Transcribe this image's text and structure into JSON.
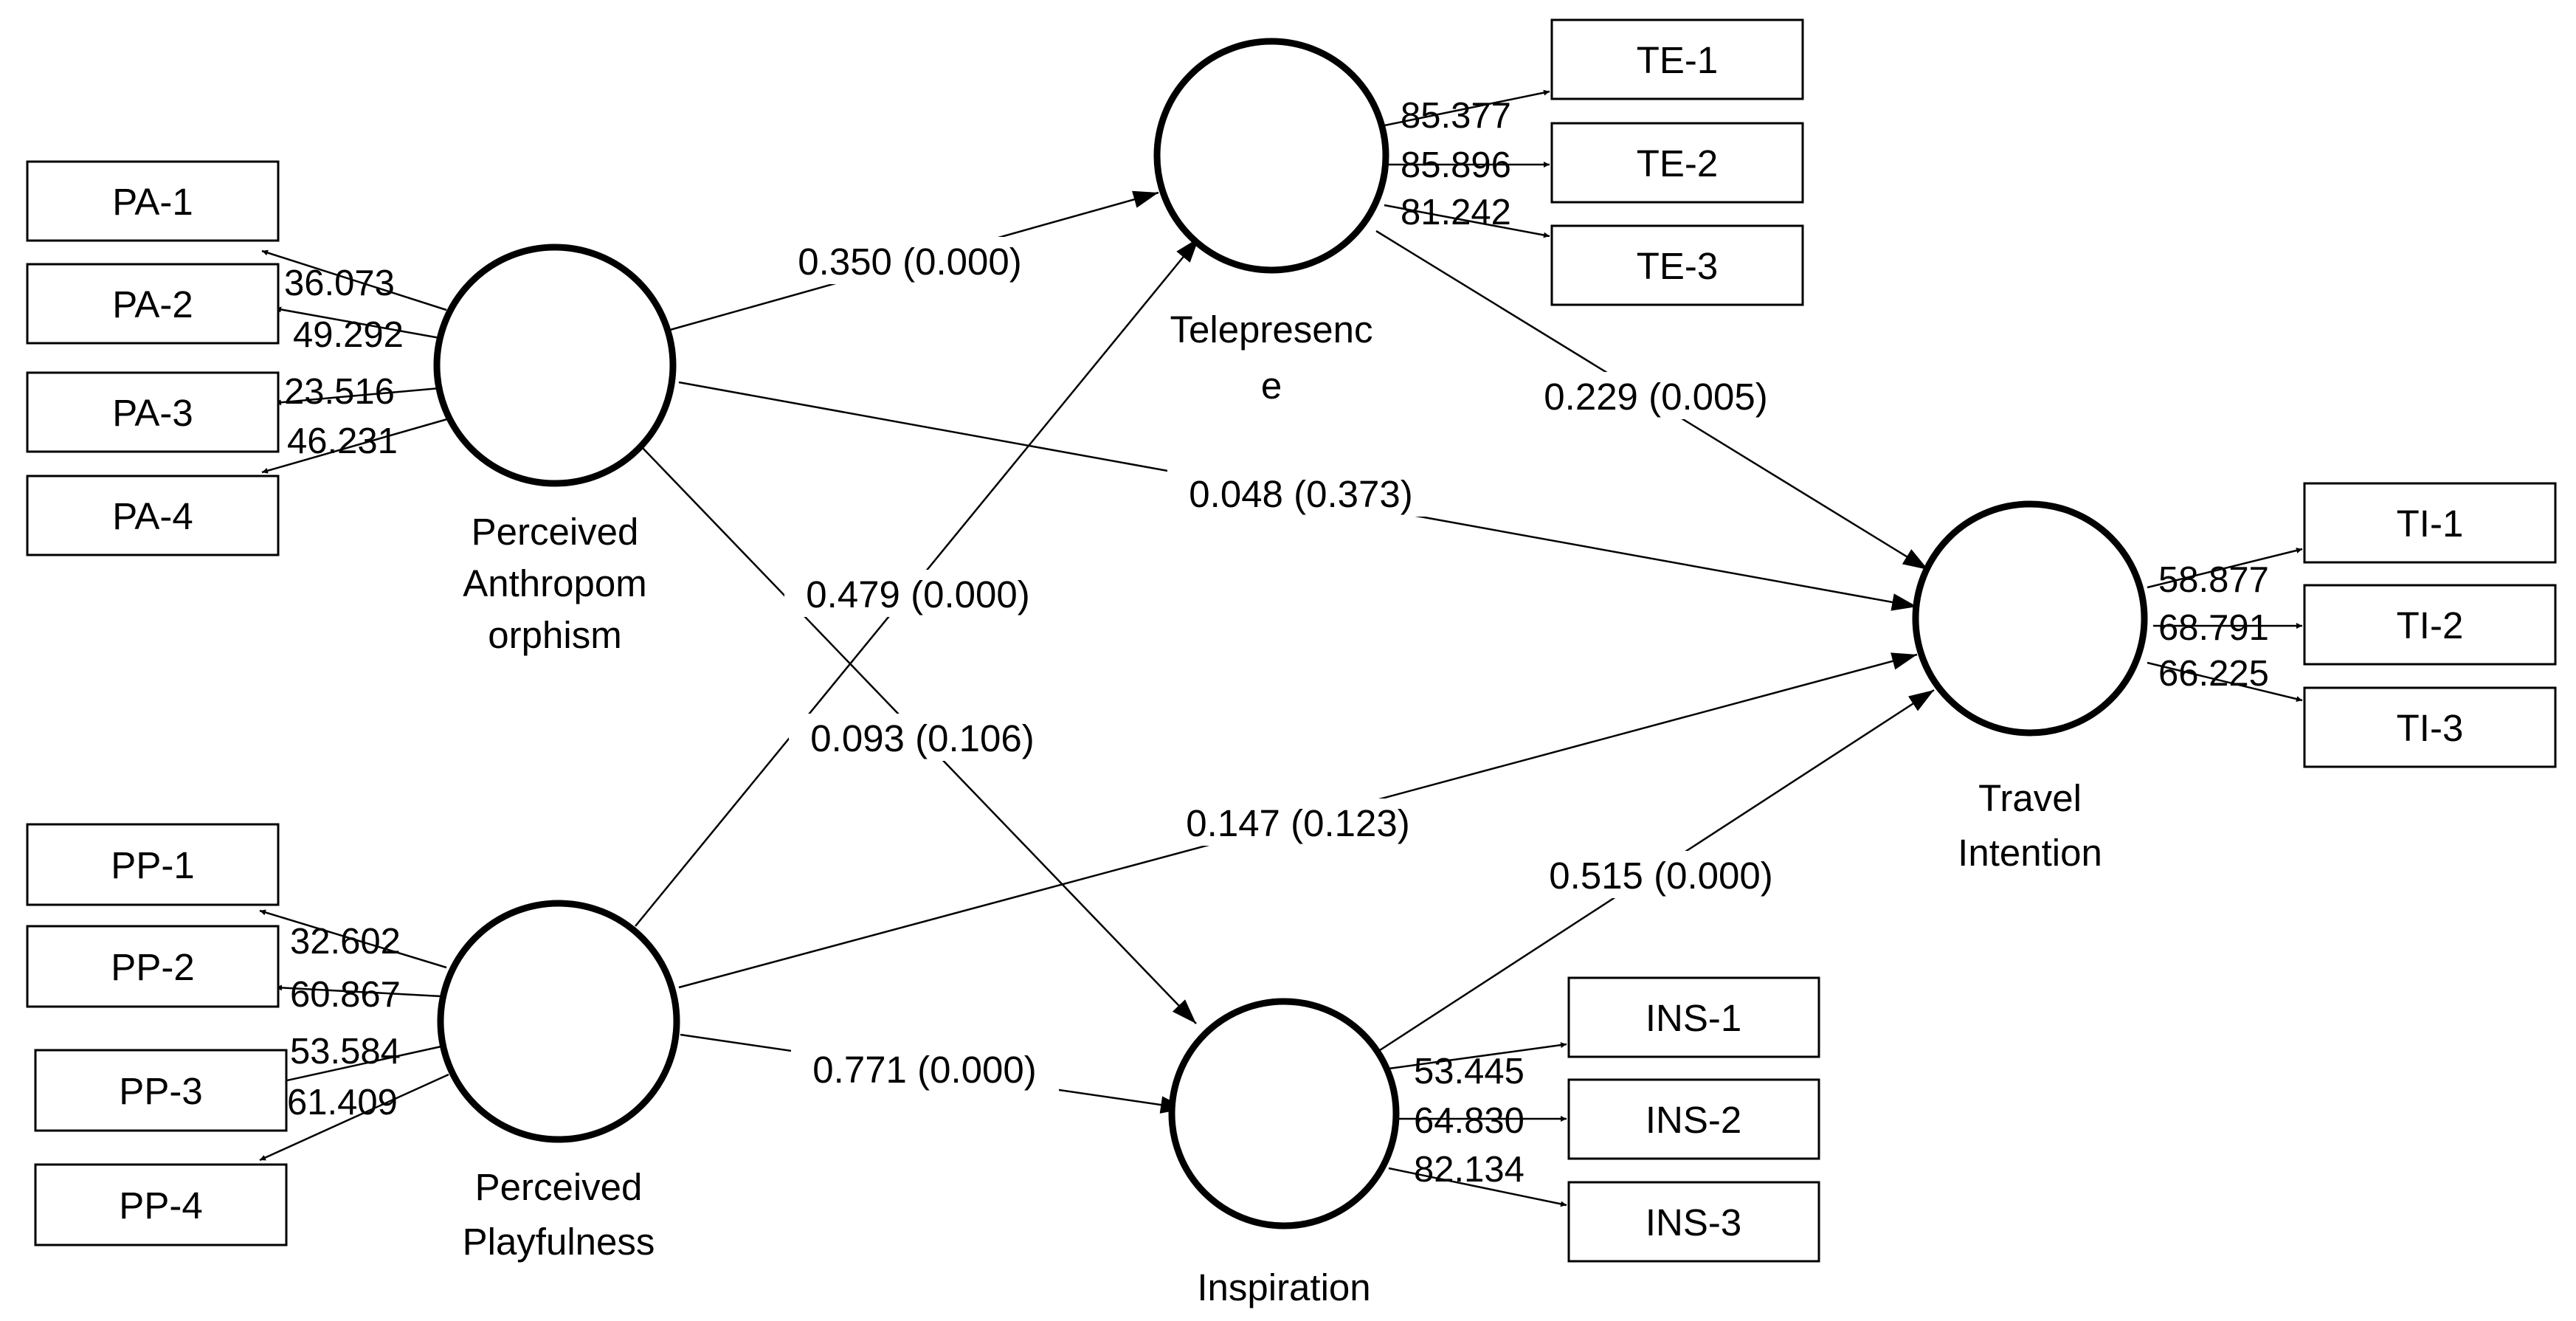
{
  "constructs": {
    "pa": {
      "label_lines": [
        "Perceived",
        "Anthropom",
        "orphism"
      ]
    },
    "pp": {
      "label_lines": [
        "Perceived",
        "Playfulness"
      ]
    },
    "te": {
      "label_lines": [
        "Telepresenc",
        "e"
      ]
    },
    "ins": {
      "label_lines": [
        "Inspiration"
      ]
    },
    "ti": {
      "label_lines": [
        "Travel",
        "Intention"
      ]
    }
  },
  "indicators": {
    "pa": [
      {
        "name": "PA-1",
        "loading": "36.073"
      },
      {
        "name": "PA-2",
        "loading": "49.292"
      },
      {
        "name": "PA-3",
        "loading": "23.516"
      },
      {
        "name": "PA-4",
        "loading": "46.231"
      }
    ],
    "pp": [
      {
        "name": "PP-1",
        "loading": "32.602"
      },
      {
        "name": "PP-2",
        "loading": "60.867"
      },
      {
        "name": "PP-3",
        "loading": "53.584"
      },
      {
        "name": "PP-4",
        "loading": "61.409"
      }
    ],
    "te": [
      {
        "name": "TE-1",
        "loading": "85.377"
      },
      {
        "name": "TE-2",
        "loading": "85.896"
      },
      {
        "name": "TE-3",
        "loading": "81.242"
      }
    ],
    "ins": [
      {
        "name": "INS-1",
        "loading": "53.445"
      },
      {
        "name": "INS-2",
        "loading": "64.830"
      },
      {
        "name": "INS-3",
        "loading": "82.134"
      }
    ],
    "ti": [
      {
        "name": "TI-1",
        "loading": "58.877"
      },
      {
        "name": "TI-2",
        "loading": "68.791"
      },
      {
        "name": "TI-3",
        "loading": "66.225"
      }
    ]
  },
  "paths": {
    "pa_te": {
      "from": "Perceived Anthropomorphism",
      "to": "Telepresence",
      "label": "0.350 (0.000)"
    },
    "pa_ti": {
      "from": "Perceived Anthropomorphism",
      "to": "Travel Intention",
      "label": "0.048 (0.373)"
    },
    "pa_ins": {
      "from": "Perceived Anthropomorphism",
      "to": "Inspiration",
      "label": "0.093 (0.106)"
    },
    "pp_te": {
      "from": "Perceived Playfulness",
      "to": "Telepresence",
      "label": "0.479 (0.000)"
    },
    "pp_ti": {
      "from": "Perceived Playfulness",
      "to": "Travel Intention",
      "label": "0.147 (0.123)"
    },
    "pp_ins": {
      "from": "Perceived Playfulness",
      "to": "Inspiration",
      "label": "0.771 (0.000)"
    },
    "te_ti": {
      "from": "Telepresence",
      "to": "Travel Intention",
      "label": "0.229 (0.005)"
    },
    "ins_ti": {
      "from": "Inspiration",
      "to": "Travel Intention",
      "label": "0.515 (0.000)"
    }
  }
}
